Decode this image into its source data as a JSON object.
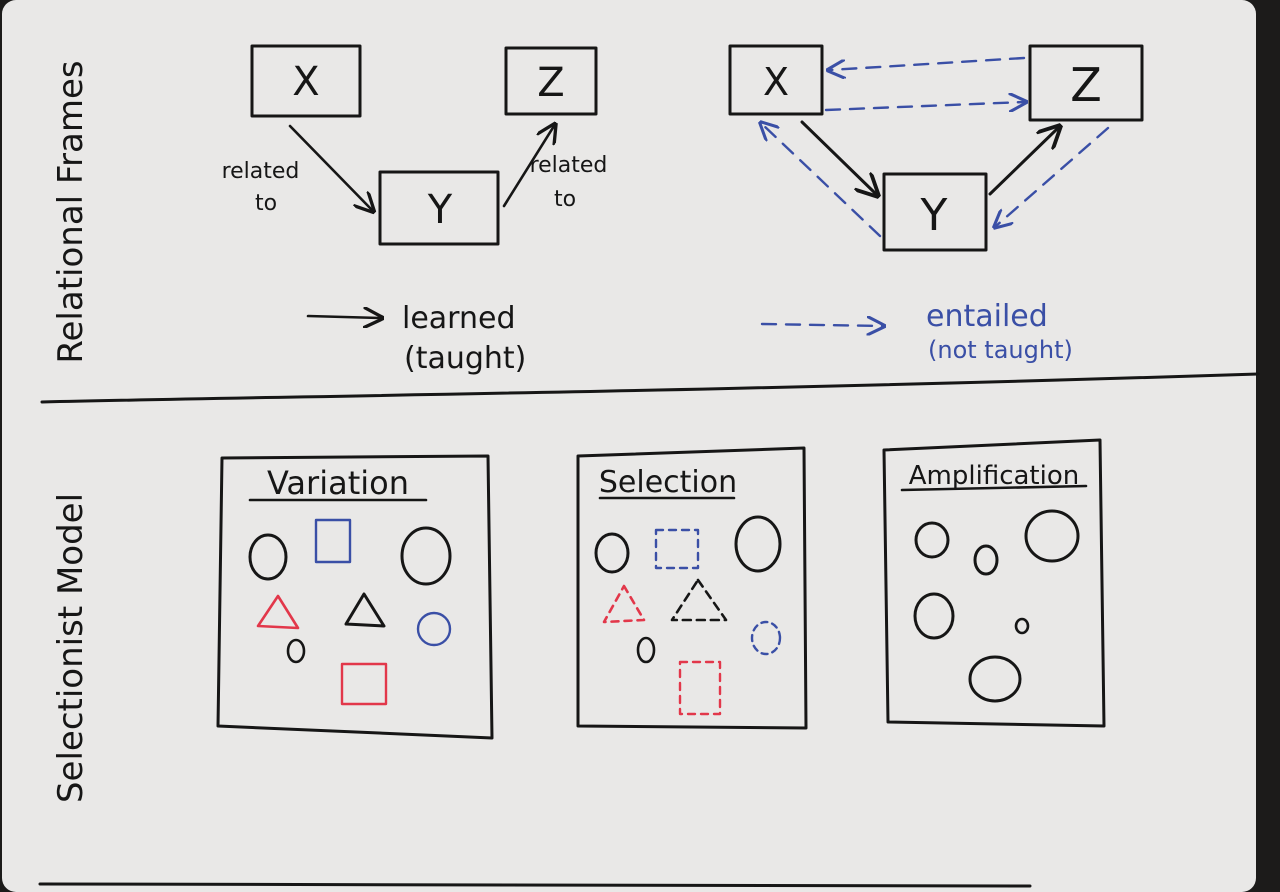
{
  "sections": {
    "top_label": "Relational Frames",
    "bottom_label": "Selectionist Model"
  },
  "learned_diagram": {
    "nodes": {
      "x": "X",
      "y": "Y",
      "z": "Z"
    },
    "edge_xy": [
      "related",
      "to"
    ],
    "edge_yz": [
      "related",
      "to"
    ]
  },
  "entailed_diagram": {
    "nodes": {
      "x": "X",
      "y": "Y",
      "z": "Z"
    }
  },
  "legend": {
    "learned": [
      "learned",
      "(taught)"
    ],
    "entailed": [
      "entailed",
      "(not taught)"
    ]
  },
  "panels": {
    "variation": "Variation",
    "selection": "Selection",
    "amplification": "Amplification"
  },
  "colors": {
    "paper": "#e9e8e7",
    "ink": "#161616",
    "blue": "#3a4fa6",
    "red": "#e2374a"
  }
}
